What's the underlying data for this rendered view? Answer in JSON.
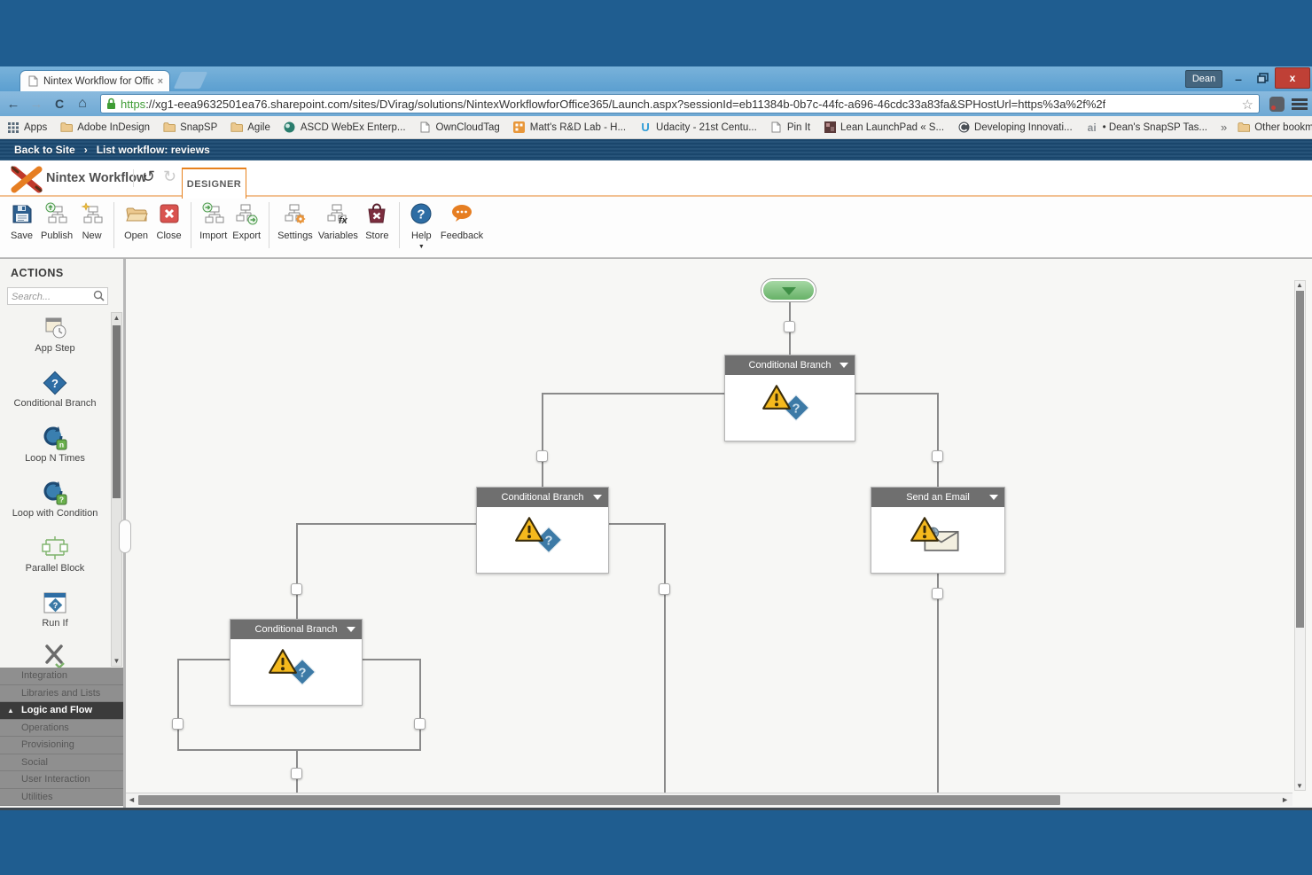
{
  "colors": {
    "desktop_bg": "#1f5d90",
    "accent_orange": "#e8821e",
    "nintex_red": "#c0392b",
    "sp_bar_blue": "#1b4a72",
    "start_node_green": "#7dc87d",
    "node_header_gray": "#6f6f6f"
  },
  "browser": {
    "tab_title": "Nintex Workflow for Offic",
    "tab_close": "×",
    "user_button": "Dean",
    "url_scheme": "https",
    "url_rest": "://xg1-eea9632501ea76.sharepoint.com/sites/DVirag/solutions/NintexWorkflowforOffice365/Launch.aspx?sessionId=eb11384b-0b7c-44fc-a696-46cdc33a83fa&SPHostUrl=https%3a%2f%2f",
    "bookmarks": [
      "Apps",
      "Adobe InDesign",
      "SnapSP",
      "Agile",
      "ASCD WebEx Enterp...",
      "OwnCloudTag",
      "Matt's R&D Lab - H...",
      "Udacity - 21st Centu...",
      "Pin It",
      "Lean LaunchPad « S...",
      "Developing Innovati...",
      "• Dean's SnapSP Tas..."
    ],
    "overflow_chevron": "»",
    "other_bookmarks": "Other bookmarks"
  },
  "sp_bar": {
    "back_to_site": "Back to Site",
    "separator": "›",
    "workflow_title": "List workflow: reviews"
  },
  "app_header": {
    "brand": "Nintex Workflow",
    "designer_tab": "DESIGNER"
  },
  "toolbar": {
    "items": [
      "Save",
      "Publish",
      "New",
      "Open",
      "Close",
      "Import",
      "Export",
      "Settings",
      "Variables",
      "Store",
      "Help",
      "Feedback"
    ]
  },
  "actions_panel": {
    "title": "ACTIONS",
    "search_placeholder": "Search...",
    "actions": [
      "App Step",
      "Conditional Branch",
      "Loop N Times",
      "Loop with Condition",
      "Parallel Block",
      "Run If"
    ],
    "categories": [
      "Integration",
      "Libraries and Lists",
      "Logic and Flow",
      "Operations",
      "Provisioning",
      "Social",
      "User Interaction",
      "Utilities"
    ],
    "selected_category": "Logic and Flow"
  },
  "canvas": {
    "nodes": [
      {
        "label": "Conditional Branch"
      },
      {
        "label": "Conditional Branch"
      },
      {
        "label": "Send an Email"
      },
      {
        "label": "Conditional Branch"
      }
    ]
  }
}
